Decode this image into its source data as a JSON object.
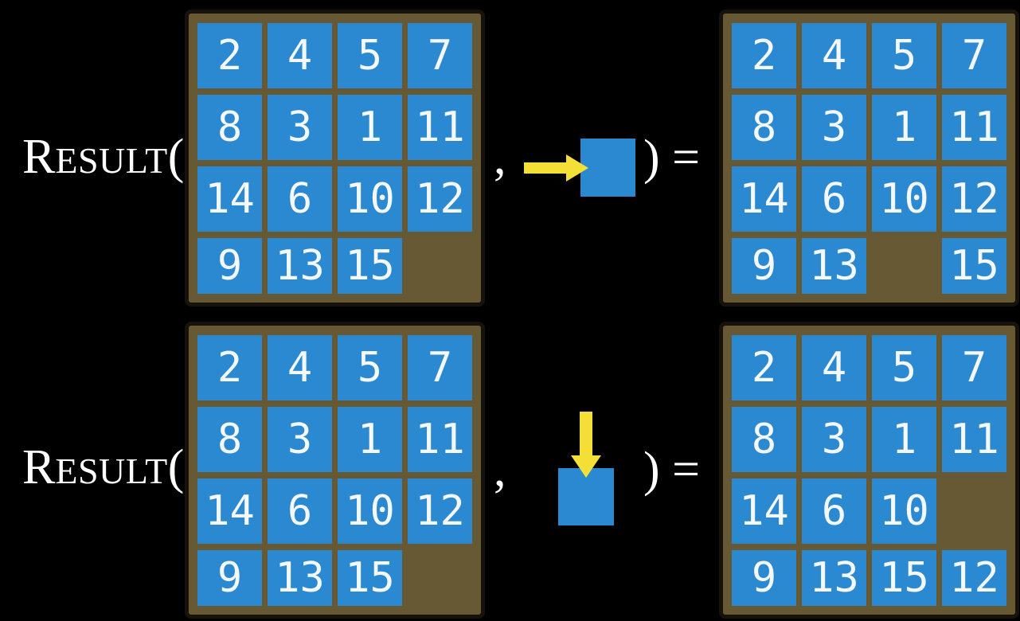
{
  "figure": "RESULT function examples on the 15-puzzle",
  "colors": {
    "bg": "#000000",
    "board": "#675934",
    "board-border": "#17120b",
    "tile": "#2a89d0",
    "tile-text": "#f5f8fa",
    "arrow": "#f3df36",
    "label": "#ffffff"
  },
  "labels": {
    "function_large": "R",
    "function_small": "ESULT",
    "open_paren": "(",
    "comma": ",",
    "close_paren_equals": ") ="
  },
  "examples": [
    {
      "name": "slide-right",
      "action": "move blank tile right (arrow pointing right into blank square)",
      "input_board": [
        [
          2,
          4,
          5,
          7
        ],
        [
          8,
          3,
          1,
          11
        ],
        [
          14,
          6,
          10,
          12
        ],
        [
          9,
          13,
          15,
          null
        ]
      ],
      "result_board": [
        [
          2,
          4,
          5,
          7
        ],
        [
          8,
          3,
          1,
          11
        ],
        [
          14,
          6,
          10,
          12
        ],
        [
          9,
          13,
          null,
          15
        ]
      ]
    },
    {
      "name": "slide-down",
      "action": "move blank tile down (arrow pointing down into blank square)",
      "input_board": [
        [
          2,
          4,
          5,
          7
        ],
        [
          8,
          3,
          1,
          11
        ],
        [
          14,
          6,
          10,
          12
        ],
        [
          9,
          13,
          15,
          null
        ]
      ],
      "result_board": [
        [
          2,
          4,
          5,
          7
        ],
        [
          8,
          3,
          1,
          11
        ],
        [
          14,
          6,
          10,
          null
        ],
        [
          9,
          13,
          15,
          12
        ]
      ]
    }
  ]
}
